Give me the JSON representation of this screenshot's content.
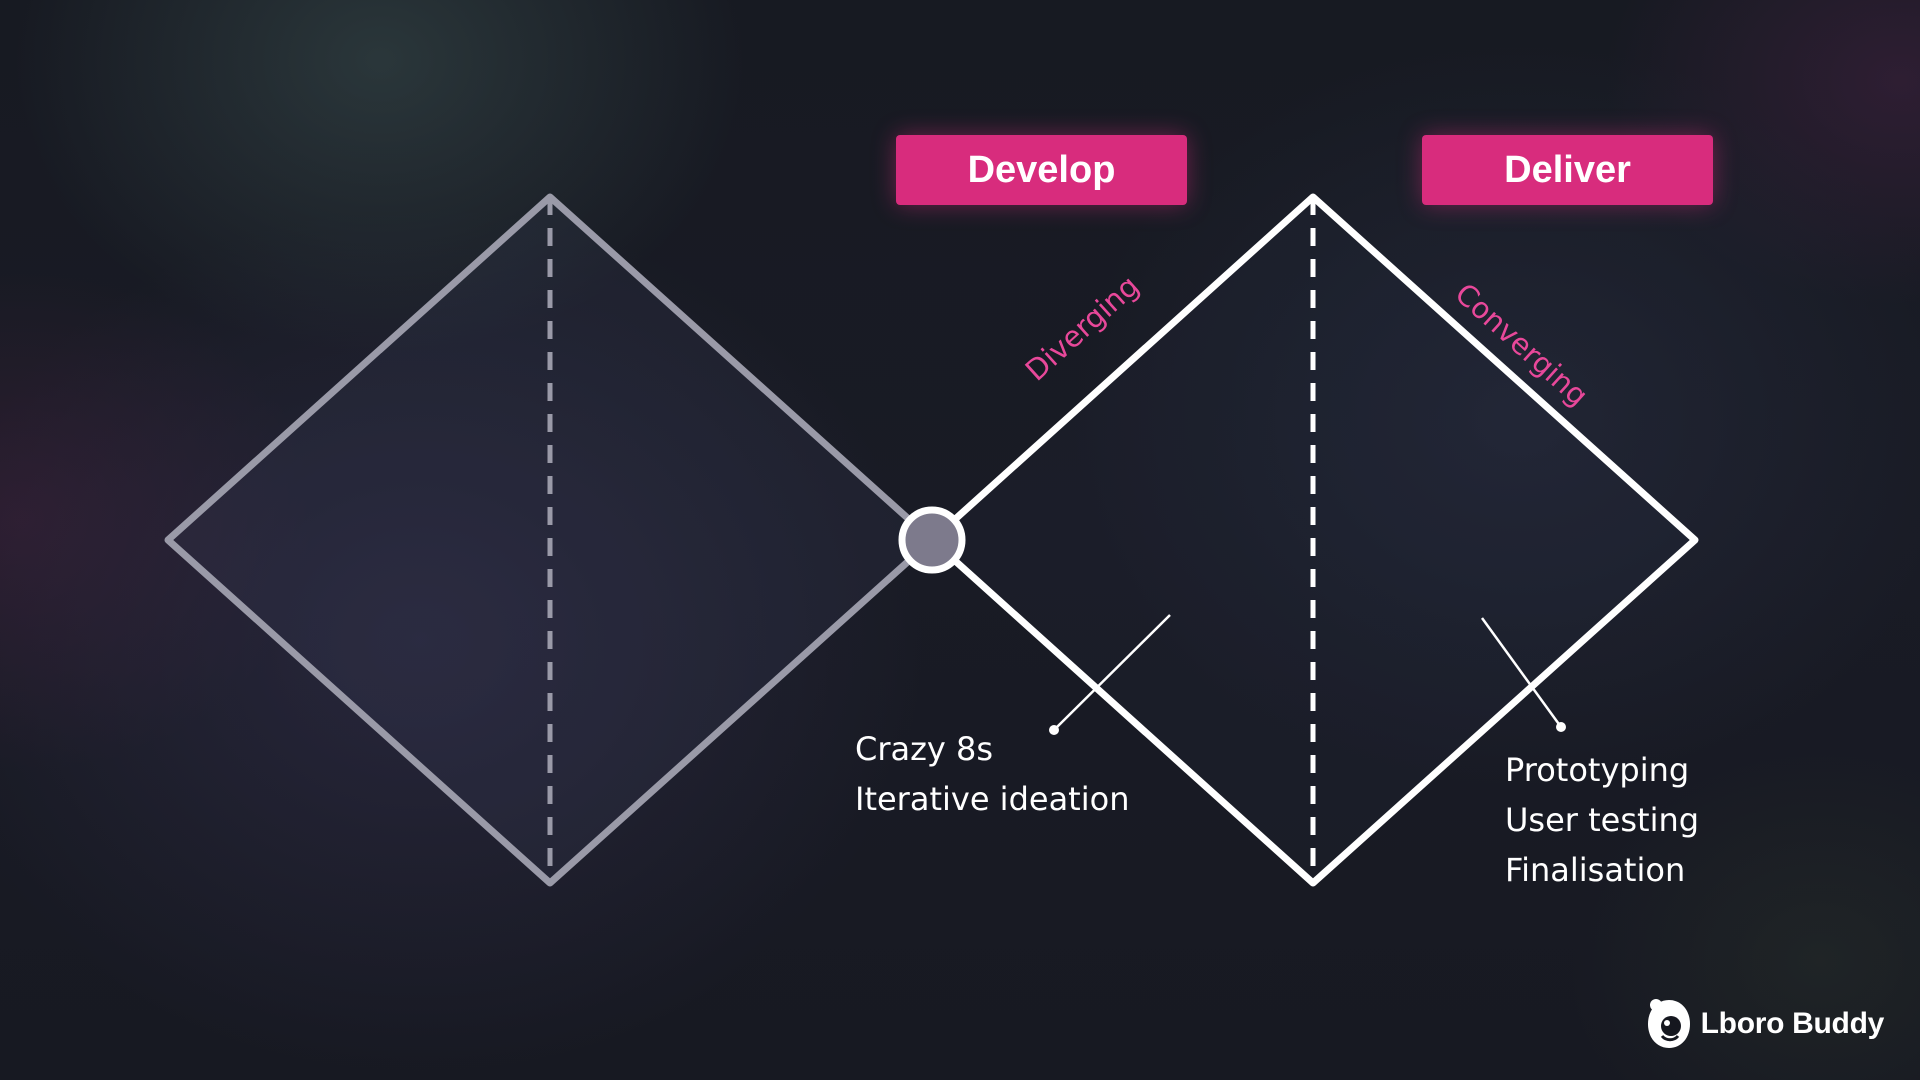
{
  "phases": {
    "develop_label": "Develop",
    "deliver_label": "Deliver"
  },
  "stages": {
    "diverging_label": "Diverging",
    "converging_label": "Converging"
  },
  "develop_methods": [
    "Crazy 8s",
    "Iterative ideation"
  ],
  "deliver_methods": [
    "Prototyping",
    "User testing",
    "Finalisation"
  ],
  "brand": {
    "name": "Lboro Buddy",
    "icon": "bear-mascot-icon"
  },
  "colors": {
    "accent": "#d82c7d",
    "accent_text": "#e8489a",
    "active_outline": "#ffffff",
    "inactive_outline": "#9a9aa8",
    "node_fill": "#7d7a8c"
  }
}
